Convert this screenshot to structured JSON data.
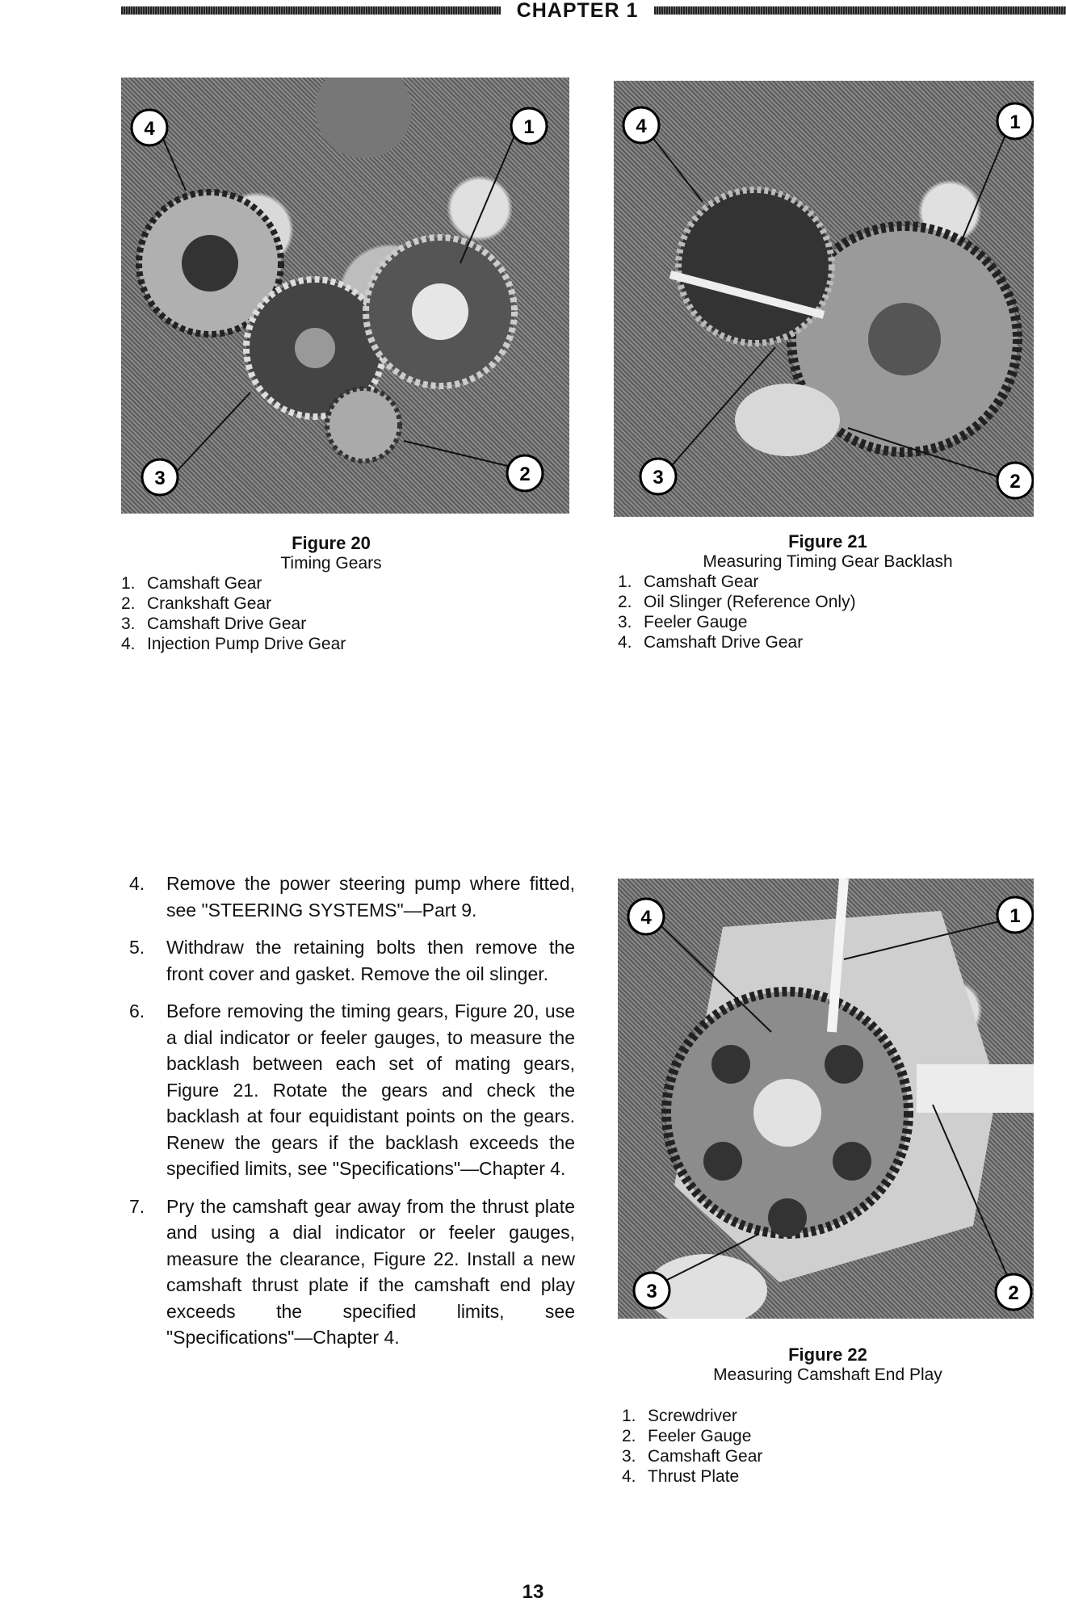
{
  "header": {
    "chapter": "CHAPTER 1"
  },
  "figures": [
    {
      "number": "Figure 20",
      "title": "Timing Gears",
      "items": [
        {
          "n": "1.",
          "label": "Camshaft Gear"
        },
        {
          "n": "2.",
          "label": "Crankshaft Gear"
        },
        {
          "n": "3.",
          "label": "Camshaft Drive Gear"
        },
        {
          "n": "4.",
          "label": "Injection Pump Drive Gear"
        }
      ],
      "callouts": [
        "1",
        "2",
        "3",
        "4"
      ]
    },
    {
      "number": "Figure 21",
      "title": "Measuring Timing Gear Backlash",
      "items": [
        {
          "n": "1.",
          "label": "Camshaft Gear"
        },
        {
          "n": "2.",
          "label": "Oil Slinger (Reference Only)"
        },
        {
          "n": "3.",
          "label": "Feeler Gauge"
        },
        {
          "n": "4.",
          "label": "Camshaft Drive Gear"
        }
      ],
      "callouts": [
        "1",
        "2",
        "3",
        "4"
      ]
    },
    {
      "number": "Figure 22",
      "title": "Measuring Camshaft End Play",
      "items": [
        {
          "n": "1.",
          "label": "Screwdriver"
        },
        {
          "n": "2.",
          "label": "Feeler Gauge"
        },
        {
          "n": "3.",
          "label": "Camshaft Gear"
        },
        {
          "n": "4.",
          "label": "Thrust Plate"
        }
      ],
      "callouts": [
        "1",
        "2",
        "3",
        "4"
      ]
    }
  ],
  "steps": [
    {
      "n": "4.",
      "text": "Remove the power steering pump where fitted, see \"STEERING SYSTEMS\"—Part 9."
    },
    {
      "n": "5.",
      "text": "Withdraw the retaining bolts then remove the front cover and gasket. Remove the oil slinger."
    },
    {
      "n": "6.",
      "text": "Before removing the timing gears, Figure 20, use a dial indicator or feeler gauges, to measure the backlash between each set of mating gears, Figure 21. Rotate the gears and check the backlash at four equidistant points on the gears. Renew the gears if the backlash exceeds the specified limits, see \"Specifications\"—Chapter 4."
    },
    {
      "n": "7.",
      "text": "Pry the camshaft gear away from the thrust plate and using a dial indicator or feeler gauges, measure the clearance, Figure 22. Install a new camshaft thrust plate if the camshaft end play exceeds the specified limits, see \"Specifications\"—Chapter 4."
    }
  ],
  "page_number": "13"
}
